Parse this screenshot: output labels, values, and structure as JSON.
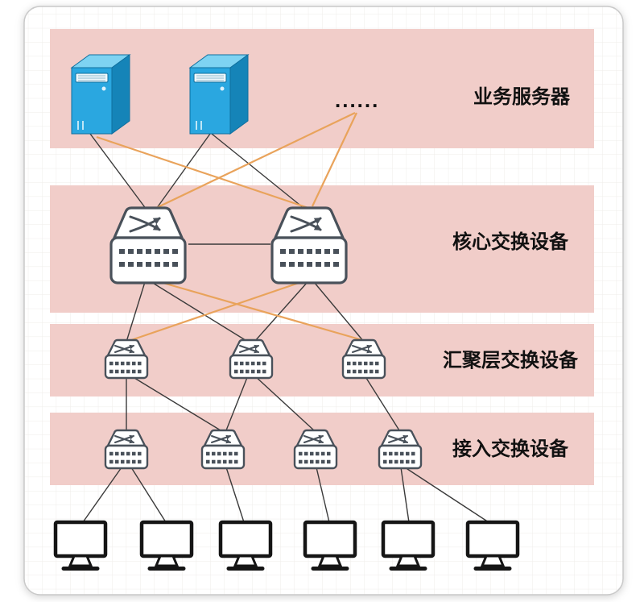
{
  "diagram": {
    "bands": [
      {
        "label": "业务服务器"
      },
      {
        "label": "核心交换设备"
      },
      {
        "label": "汇聚层交换设备"
      },
      {
        "label": "接入交换设备"
      }
    ],
    "ellipsis": "......",
    "colors": {
      "band_background": "#f1cdc9",
      "connection_line": "#3a3a3a",
      "highlight_connection_line": "#e9a35b",
      "server_front": "#2aa7e0",
      "server_top": "#7ed3f2",
      "server_side": "#1584b8",
      "switch_outline": "#49515a",
      "monitor_outline": "#151515"
    },
    "devices": {
      "servers": 2,
      "core_switches": 2,
      "aggregation_switches": 3,
      "access_switches": 4,
      "workstations": 6
    }
  }
}
